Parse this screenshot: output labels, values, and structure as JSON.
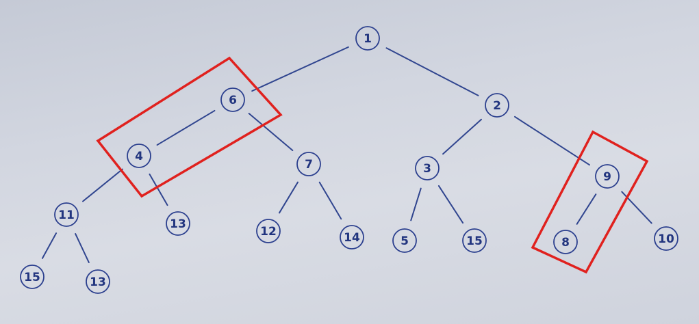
{
  "tree": {
    "nodes": [
      {
        "id": "root",
        "label": "1"
      },
      {
        "id": "n6",
        "label": "6"
      },
      {
        "id": "n2",
        "label": "2"
      },
      {
        "id": "n4",
        "label": "4"
      },
      {
        "id": "n7",
        "label": "7"
      },
      {
        "id": "n3",
        "label": "3"
      },
      {
        "id": "n9",
        "label": "9"
      },
      {
        "id": "n11",
        "label": "11"
      },
      {
        "id": "n13a",
        "label": "13"
      },
      {
        "id": "n12",
        "label": "12"
      },
      {
        "id": "n14",
        "label": "14"
      },
      {
        "id": "n5",
        "label": "5"
      },
      {
        "id": "n15a",
        "label": "15"
      },
      {
        "id": "n8",
        "label": "8"
      },
      {
        "id": "n10",
        "label": "10"
      },
      {
        "id": "n15b",
        "label": "15"
      },
      {
        "id": "n13b",
        "label": "13"
      }
    ],
    "edges": [
      [
        "root",
        "n6"
      ],
      [
        "root",
        "n2"
      ],
      [
        "n6",
        "n4"
      ],
      [
        "n6",
        "n7"
      ],
      [
        "n2",
        "n3"
      ],
      [
        "n2",
        "n9"
      ],
      [
        "n4",
        "n11"
      ],
      [
        "n4",
        "n13a"
      ],
      [
        "n7",
        "n12"
      ],
      [
        "n7",
        "n14"
      ],
      [
        "n3",
        "n5"
      ],
      [
        "n3",
        "n15a"
      ],
      [
        "n9",
        "n8"
      ],
      [
        "n9",
        "n10"
      ],
      [
        "n11",
        "n15b"
      ],
      [
        "n11",
        "n13b"
      ]
    ],
    "highlights": [
      {
        "nodes": [
          "n6",
          "n4"
        ],
        "color": "#e0211e"
      },
      {
        "nodes": [
          "n9",
          "n8"
        ],
        "color": "#e0211e"
      }
    ],
    "ink_color": "#2b3f8e",
    "paper_color": "#cfd3dd"
  }
}
